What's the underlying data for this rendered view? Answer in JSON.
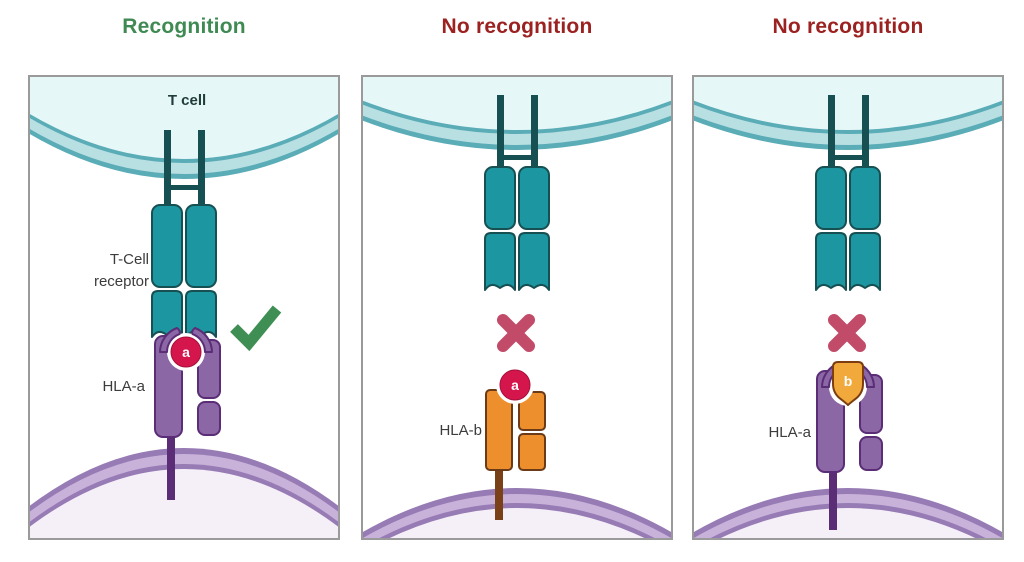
{
  "panels": [
    {
      "title": "Recognition",
      "status": "recognition",
      "cell_label": "T cell",
      "receptor_label_line1": "T-Cell",
      "receptor_label_line2": "receptor",
      "hla_label": "HLA-a",
      "peptide_label": "a",
      "result_icon": "check-icon"
    },
    {
      "title": "No recognition",
      "status": "no-recognition",
      "hla_label": "HLA-b",
      "peptide_label": "a",
      "result_icon": "cross-icon"
    },
    {
      "title": "No recognition",
      "status": "no-recognition",
      "hla_label": "HLA-a",
      "peptide_label": "b",
      "result_icon": "cross-icon"
    }
  ],
  "colors": {
    "title_green": "#3f8a52",
    "title_red": "#9c2121",
    "check_green": "#3f8f55",
    "cross_rose": "#c14b68",
    "tcr_teal": "#1c96a0",
    "tcr_dark": "#175052",
    "cell_fill": "#e6f7f8",
    "mem_teal": "#5aacb6",
    "mem_teal_light": "#b8dfe2",
    "hla_purple": "#8b67a6",
    "hla_purple_dark": "#5b2d76",
    "mem_purple": "#977bb4",
    "mem_purple_light": "#c9b2da",
    "target_cell_fill": "#f5eff8",
    "peptide_crimson": "#d4164d",
    "peptide_crimson_dark": "#a50f3a",
    "hla_orange": "#ee8f2d",
    "hla_orange_dark": "#6b3a17",
    "stem_brown": "#7a4018",
    "peptide_amber": "#f2a93b",
    "peptide_amber_dark": "#7c3d12",
    "panel_border": "#9a9a9a",
    "label_dark": "#3c3c3c",
    "tcell_label": "#203d3b"
  }
}
